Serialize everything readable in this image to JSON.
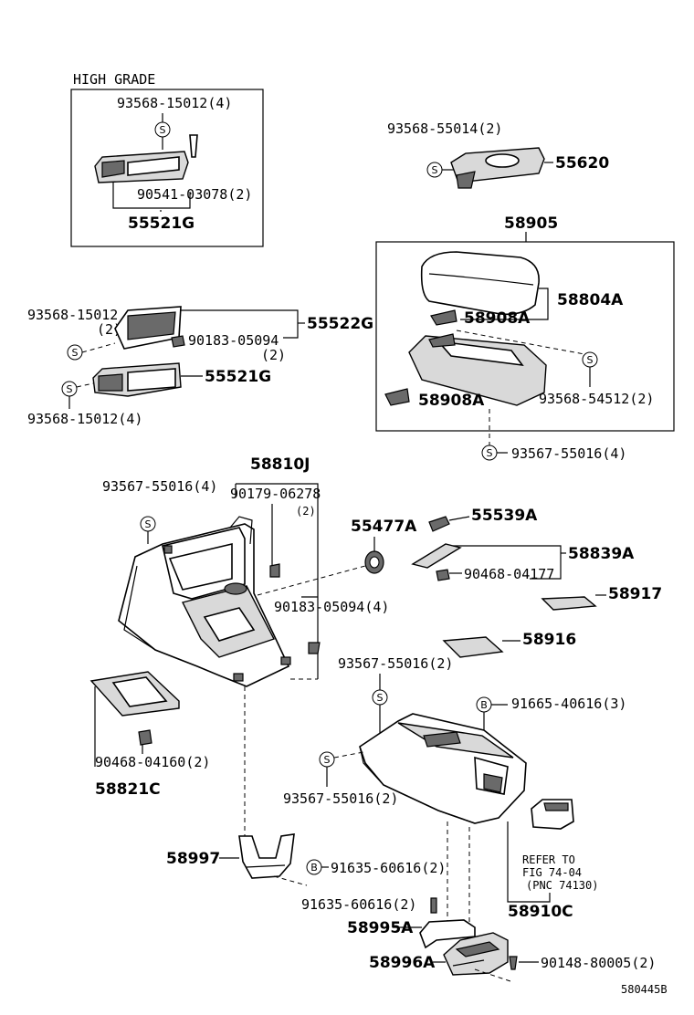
{
  "high_grade": {
    "title": "HIGH GRADE",
    "screw_label": "93568-15012(4)",
    "screw2_label": "90541-03078(2)",
    "part_label": "55521G"
  },
  "top_right": {
    "screw_label": "93568-55014(2)",
    "part_label": "55620"
  },
  "armrest_box": {
    "title": "58905",
    "lid_label": "58804A",
    "hinge_upper_label": "58908A",
    "hinge_lower_label": "58908A",
    "screw_label": "93568-54512(2)",
    "bottom_screw_label": "93567-55016(4)"
  },
  "left_mid": {
    "screw_top_label": "93568-15012",
    "screw_top_qty": "(2)",
    "clip_label": "90183-05094",
    "clip_qty": "(2)",
    "panel_label": "55522G",
    "part_label": "55521G",
    "screw_bottom_label": "93568-15012(4)"
  },
  "front_console": {
    "part_label": "58810J",
    "screw_label": "93567-55016(4)",
    "clip1_label": "90179-06278",
    "clip1_qty": "(2)",
    "clip2_label": "90183-05094(4)",
    "screw2_label": "93567-55016(2)"
  },
  "misc": {
    "ring_label": "55477A",
    "knob_label": "55539A",
    "plate_label": "58839A",
    "clip_label": "90468-04177",
    "mat1_label": "58917",
    "mat2_label": "58916"
  },
  "tray": {
    "clip_label": "90468-04160(2)",
    "part_label": "58821C"
  },
  "rear_console": {
    "bolt_label": "91665-40616(3)",
    "screw_label": "93567-55016(2)",
    "refer_line1": "REFER TO",
    "refer_line2": "FIG 74-04",
    "refer_line3": "(PNC 74130)",
    "part_label": "58910C"
  },
  "brackets": {
    "bracket1_label": "58997",
    "bolt1_label": "91635-60616(2)",
    "bolt2_label": "91635-60616(2)",
    "bracket2_label": "58995A",
    "bracket3_label": "58996A",
    "bolt3_label": "90148-80005(2)"
  },
  "symbols": {
    "screw_symbol": "S",
    "bolt_symbol": "B"
  },
  "diagram_code": "580445B"
}
